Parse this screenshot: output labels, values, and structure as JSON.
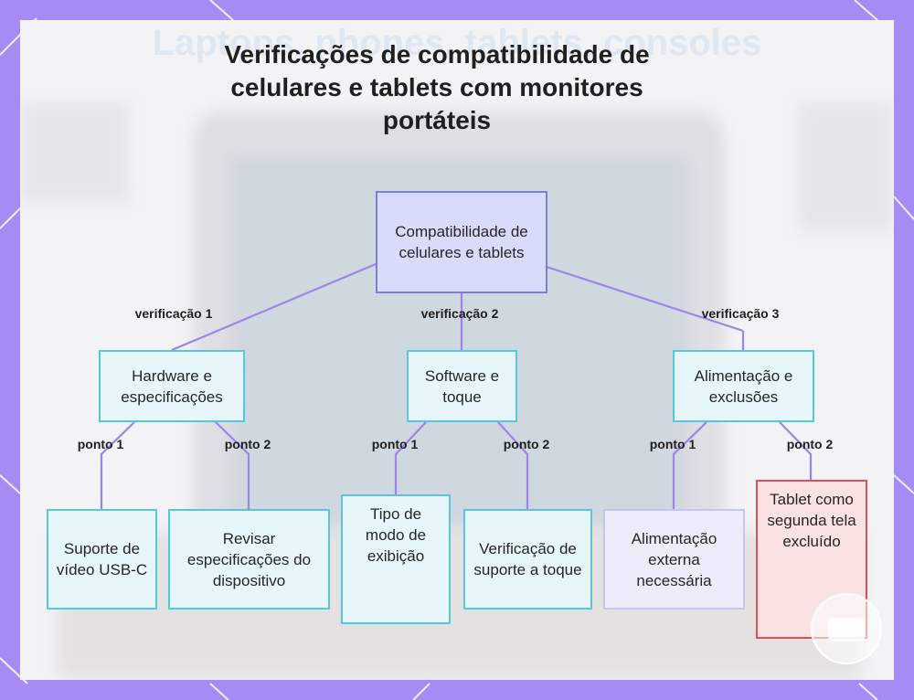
{
  "title_lines": [
    "Verificações de compatibilidade de",
    "celulares e tablets com monitores",
    "portáteis"
  ],
  "background_text": "Laptops, phones, tablets, consoles",
  "root": {
    "label": "Compatibilidade de celulares e tablets"
  },
  "branches": [
    {
      "edge_label": "verificação 1",
      "label": "Hardware e especificações",
      "children": [
        {
          "edge_label": "ponto 1",
          "label": "Suporte de vídeo USB-C"
        },
        {
          "edge_label": "ponto 2",
          "label": "Revisar especificações do dispositivo"
        }
      ]
    },
    {
      "edge_label": "verificação 2",
      "label": "Software e toque",
      "children": [
        {
          "edge_label": "ponto 1",
          "label": "Tipo de modo de exibição"
        },
        {
          "edge_label": "ponto 2",
          "label": "Verificação de suporte a toque"
        }
      ]
    },
    {
      "edge_label": "verificação 3",
      "label": "Alimentação e exclusões",
      "children": [
        {
          "edge_label": "ponto 1",
          "label": "Alimentação externa necessária"
        },
        {
          "edge_label": "ponto 2",
          "label": "Tablet como segunda tela excluído"
        }
      ]
    }
  ],
  "colors": {
    "frame": "#a58cf5",
    "connector": "#9b86e8",
    "root_fill": "#d9dbfb",
    "node_border": "#57c7e0",
    "excluded_border": "#d8525a"
  }
}
